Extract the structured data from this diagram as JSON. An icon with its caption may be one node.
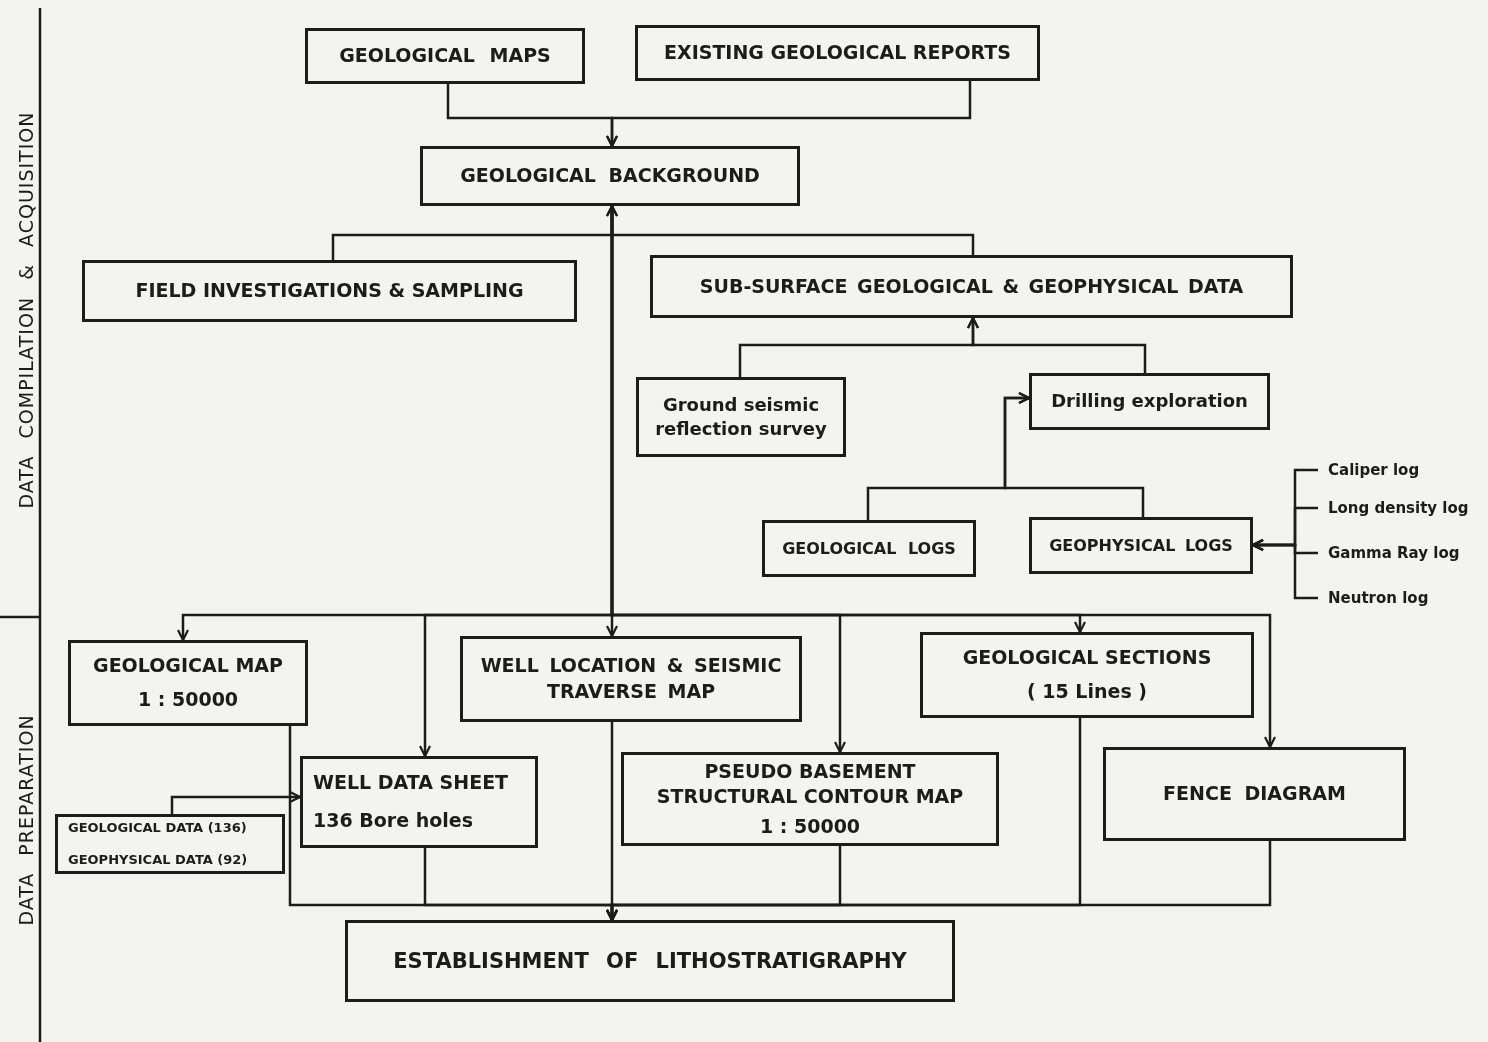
{
  "diagram": {
    "nodes": [
      {
        "text": [
          "GEOLOGICAL MAPS"
        ]
      },
      {
        "text": [
          "EXISTING GEOLOGICAL REPORTS"
        ]
      },
      {
        "text": [
          "GEOLOGICAL BACKGROUND"
        ]
      },
      {
        "text": [
          "FIELD INVESTIGATIONS & SAMPLING"
        ]
      },
      {
        "text": [
          "SUB-SURFACE GEOLOGICAL & GEOPHYSICAL DATA"
        ]
      },
      {
        "text": [
          "Ground seismic reflection survey"
        ]
      },
      {
        "text": [
          "Drilling exploration"
        ]
      },
      {
        "text": [
          "GEOLOGICAL LOGS"
        ]
      },
      {
        "text": [
          "GEOPHYSICAL LOGS"
        ]
      },
      {
        "text": [
          "Caliper log"
        ]
      },
      {
        "text": [
          "Long density log"
        ]
      },
      {
        "text": [
          "Gamma Ray log"
        ]
      },
      {
        "text": [
          "Neutron log"
        ]
      },
      {
        "text": [
          "GEOLOGICAL MAP",
          "1 : 50000"
        ]
      },
      {
        "text": [
          "WELL LOCATION & SEISMIC TRAVERSE MAP"
        ]
      },
      {
        "text": [
          "GEOLOGICAL SECTIONS",
          "( 15 Lines )"
        ]
      },
      {
        "text": [
          "WELL DATA SHEET",
          "136 Bore holes"
        ]
      },
      {
        "text": [
          "PSEUDO BASEMENT STRUCTURAL CONTOUR MAP",
          "1 : 50000"
        ]
      },
      {
        "text": [
          "FENCE DIAGRAM"
        ]
      },
      {
        "text": [
          "GEOLOGICAL DATA (136)",
          "GEOPHYSICAL DATA (92)"
        ]
      },
      {
        "text": [
          "ESTABLISHMENT OF LITHOSTRATIGRAPHY"
        ]
      }
    ],
    "edges": [
      {
        "from": 0,
        "to": 2,
        "arrow": "to"
      },
      {
        "from": 1,
        "to": 2,
        "arrow": "to"
      },
      {
        "from": 3,
        "to": 2,
        "arrow": "to"
      },
      {
        "from": 4,
        "to": 2,
        "arrow": "to"
      },
      {
        "from": 5,
        "to": 4,
        "arrow": "to"
      },
      {
        "from": 6,
        "to": 4,
        "arrow": "to"
      },
      {
        "from": 7,
        "to": 6,
        "arrow": "to"
      },
      {
        "from": 8,
        "to": 6,
        "arrow": "to"
      },
      {
        "from": 9,
        "to": 8,
        "arrow": "to"
      },
      {
        "from": 10,
        "to": 8,
        "arrow": "to"
      },
      {
        "from": 11,
        "to": 8,
        "arrow": "to"
      },
      {
        "from": 12,
        "to": 8,
        "arrow": "to"
      },
      {
        "from": 2,
        "to": 13,
        "arrow": "to"
      },
      {
        "from": 2,
        "to": 16,
        "arrow": "to"
      },
      {
        "from": 2,
        "to": 14,
        "arrow": "to"
      },
      {
        "from": 2,
        "to": 17,
        "arrow": "to"
      },
      {
        "from": 2,
        "to": 15,
        "arrow": "to"
      },
      {
        "from": 2,
        "to": 18,
        "arrow": "to"
      },
      {
        "from": 19,
        "to": 16,
        "arrow": "to"
      },
      {
        "from": 13,
        "to": 20,
        "arrow": "to"
      },
      {
        "from": 16,
        "to": 20,
        "arrow": "to"
      },
      {
        "from": 14,
        "to": 20,
        "arrow": "to"
      },
      {
        "from": 17,
        "to": 20,
        "arrow": "to"
      },
      {
        "from": 15,
        "to": 20,
        "arrow": "to"
      },
      {
        "from": 18,
        "to": 20,
        "arrow": "to"
      }
    ],
    "labels": [
      "DATA COMPILATION & ACQUISITION",
      "DATA PREPARATION"
    ]
  }
}
